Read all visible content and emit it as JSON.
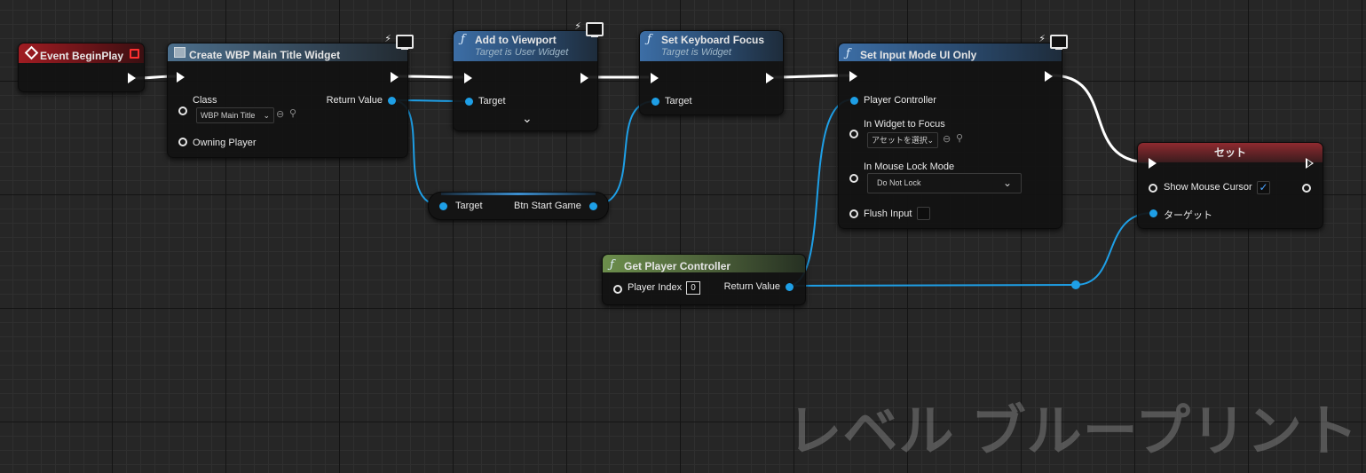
{
  "nodes": {
    "event_begin_play": {
      "title": "Event BeginPlay"
    },
    "create_widget": {
      "title": "Create WBP Main Title Widget",
      "class_label": "Class",
      "class_value": "WBP Main Title",
      "owning_player_label": "Owning Player",
      "return_label": "Return Value"
    },
    "add_to_viewport": {
      "title": "Add to Viewport",
      "subtitle": "Target is User Widget",
      "target_label": "Target",
      "expand_glyph": "⌄"
    },
    "set_keyboard_focus": {
      "title": "Set Keyboard Focus",
      "subtitle": "Target is Widget",
      "target_label": "Target"
    },
    "btn_start_game": {
      "target_label": "Target",
      "value_label": "Btn Start Game"
    },
    "set_input_mode": {
      "title": "Set Input Mode UI Only",
      "player_controller_label": "Player Controller",
      "widget_focus_label": "In Widget to Focus",
      "widget_focus_value": "アセットを選択",
      "mouse_lock_label": "In Mouse Lock Mode",
      "mouse_lock_value": "Do Not Lock",
      "flush_input_label": "Flush Input"
    },
    "get_player_controller": {
      "title": "Get Player Controller",
      "player_index_label": "Player Index",
      "player_index_value": "0",
      "return_label": "Return Value"
    },
    "set_node": {
      "title": "セット",
      "show_cursor_label": "Show Mouse Cursor",
      "show_cursor_checked": "✓",
      "target_label": "ターゲット"
    }
  },
  "watermark": "レベル ブループリント",
  "colors": {
    "exec": "#ffffff",
    "object_pin": "#1e9fe6",
    "class_pin": "#8a2be2",
    "bool_pin": "#b31e1e",
    "int_pin": "#24d28a",
    "byte_pin": "#1fc4a0",
    "background": "#262626"
  },
  "icons": {
    "network": "monitor-icon",
    "function": "function-icon",
    "event": "event-diamond-icon",
    "breakpoint": "stop-icon"
  }
}
